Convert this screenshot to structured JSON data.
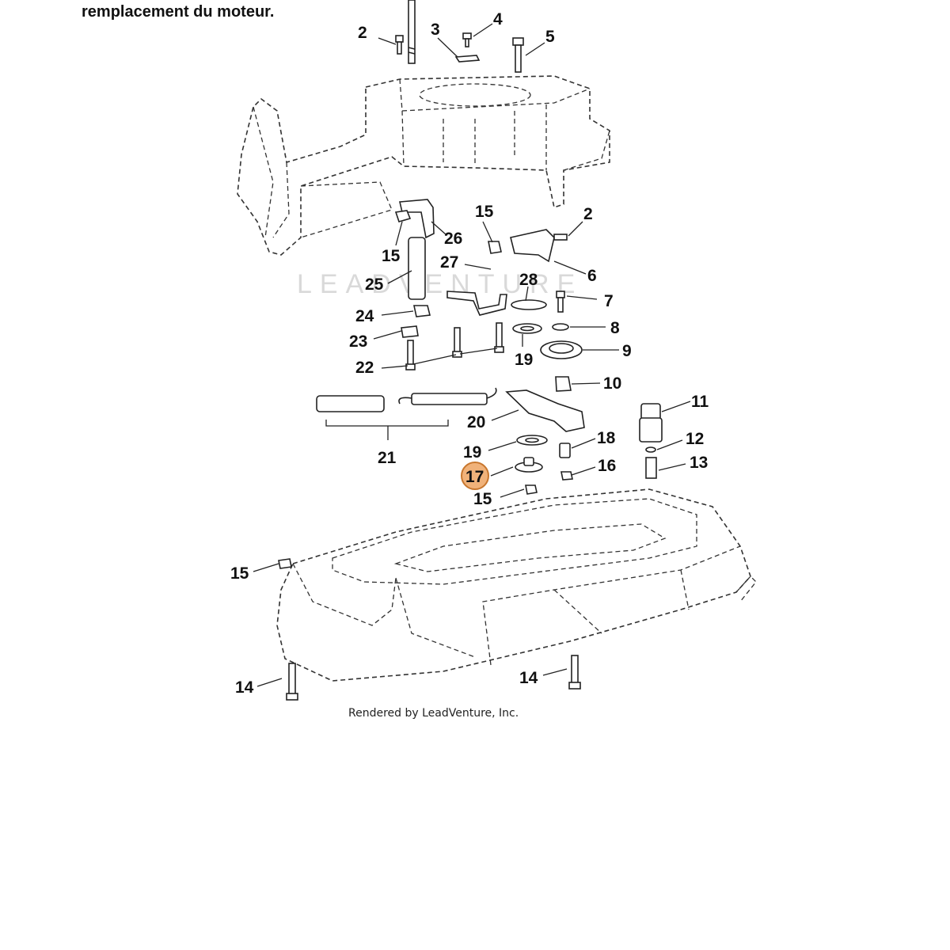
{
  "header": {
    "note_line": "remplacement du moteur."
  },
  "watermark": "LEADVENTURE",
  "credit": "Rendered by LeadVenture, Inc.",
  "highlight": {
    "callout": "17",
    "color": "#f0b27a",
    "border": "#c8772e"
  },
  "callouts": {
    "c2a": "2",
    "c3": "3",
    "c4": "4",
    "c5": "5",
    "c15a": "15",
    "c2b": "2",
    "c26": "26",
    "c15b": "15",
    "c27": "27",
    "c6": "6",
    "c25": "25",
    "c28": "28",
    "c7": "7",
    "c24": "24",
    "c8": "8",
    "c23": "23",
    "c9": "9",
    "c22": "22",
    "c19a": "19",
    "c10": "10",
    "c11": "11",
    "c20": "20",
    "c18": "18",
    "c12": "12",
    "c19b": "19",
    "c13": "13",
    "c16": "16",
    "c21": "21",
    "c15c": "15",
    "c15d": "15",
    "c14a": "14",
    "c14b": "14"
  }
}
